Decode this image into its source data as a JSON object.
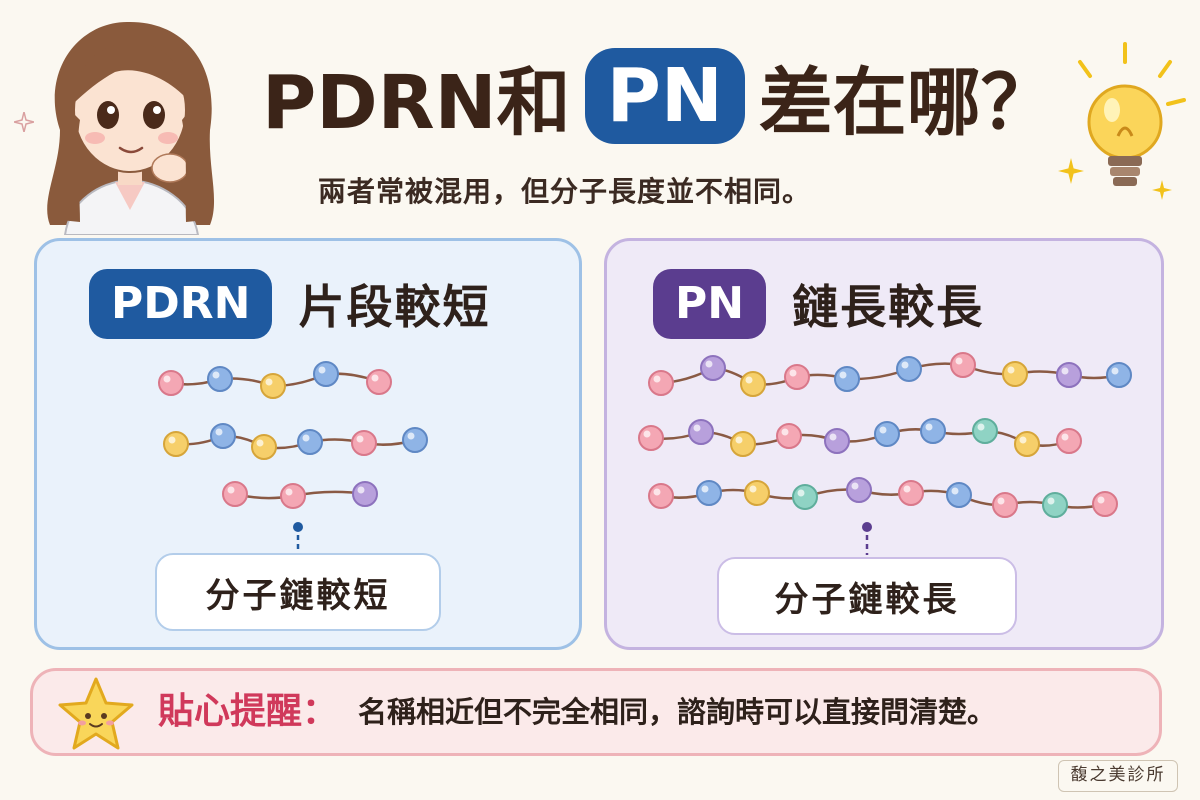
{
  "title": {
    "prefix": "PDRN和",
    "highlight": "PN",
    "suffix": "差在哪？"
  },
  "subtitle": "兩者常被混用，但分子長度並不相同。",
  "left_panel": {
    "tag": "PDRN",
    "heading": "片段較短",
    "label": "分子鏈較短",
    "accent": "#1f5aa0"
  },
  "right_panel": {
    "tag": "PN",
    "heading": "鏈長較長",
    "label": "分子鏈較長",
    "accent": "#5b3d8f"
  },
  "tip": {
    "title": "貼心提醒：",
    "text": "名稱相近但不完全相同，諮詢時可以直接問清楚。"
  },
  "clinic": "馥之美診所",
  "colors": {
    "pink": "#f4a7b4",
    "blue": "#8fb4e6",
    "yellow": "#f6cf6a",
    "purple": "#b8a0dc",
    "teal": "#8fd3c4",
    "tip_red": "#d0395b"
  },
  "icons": [
    "doctor-avatar",
    "lightbulb-icon",
    "sparkle-icon",
    "star-face-icon"
  ]
}
